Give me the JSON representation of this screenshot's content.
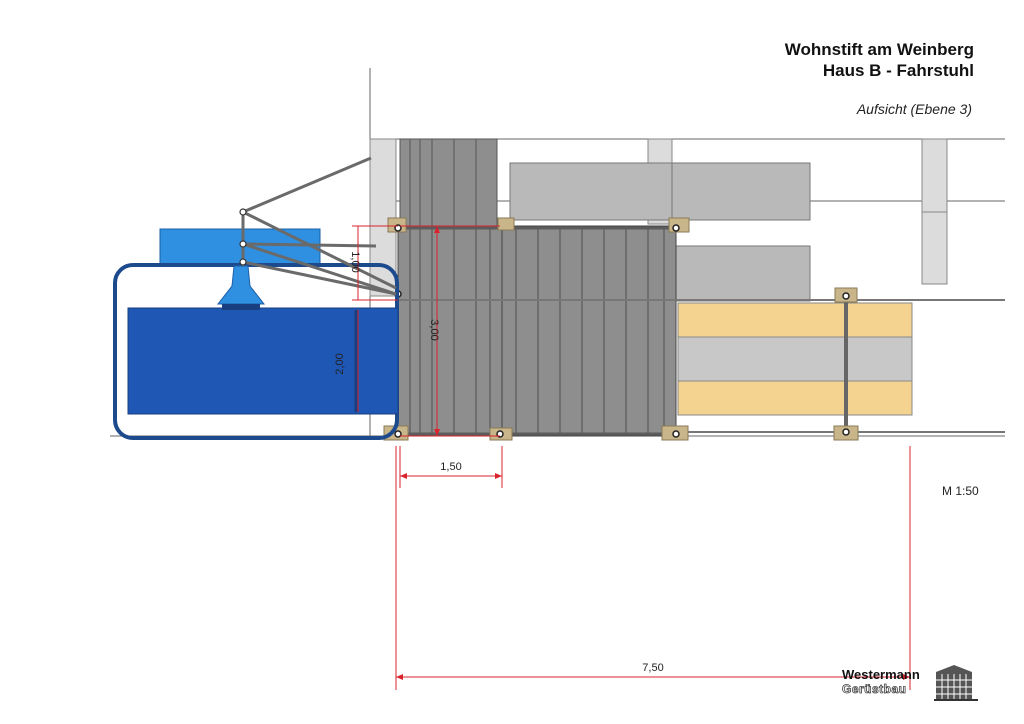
{
  "header": {
    "title_line_1": "Wohnstift am Weinberg",
    "title_line_2": "Haus B - Fahrstuhl",
    "view": "Aufsicht (Ebene 3)"
  },
  "scale": "M 1:50",
  "dimensions": {
    "upper_left": "1,00",
    "lower_left": "2,00",
    "tower_depth": "3,00",
    "section_width": "1,50",
    "total_width": "7,50"
  },
  "logo": {
    "name": "Westermann",
    "subtitle": "Gerüstbau"
  },
  "colors": {
    "dimension_red": "#d9232d",
    "lift_blue": "#1f57b5",
    "lift_frame": "#1d4a8c",
    "light_blue": "#2f8fe0",
    "deck_gray": "#8e8e8e",
    "wall_gray": "#cfcfcf",
    "insulation_tan": "#f4d391"
  }
}
